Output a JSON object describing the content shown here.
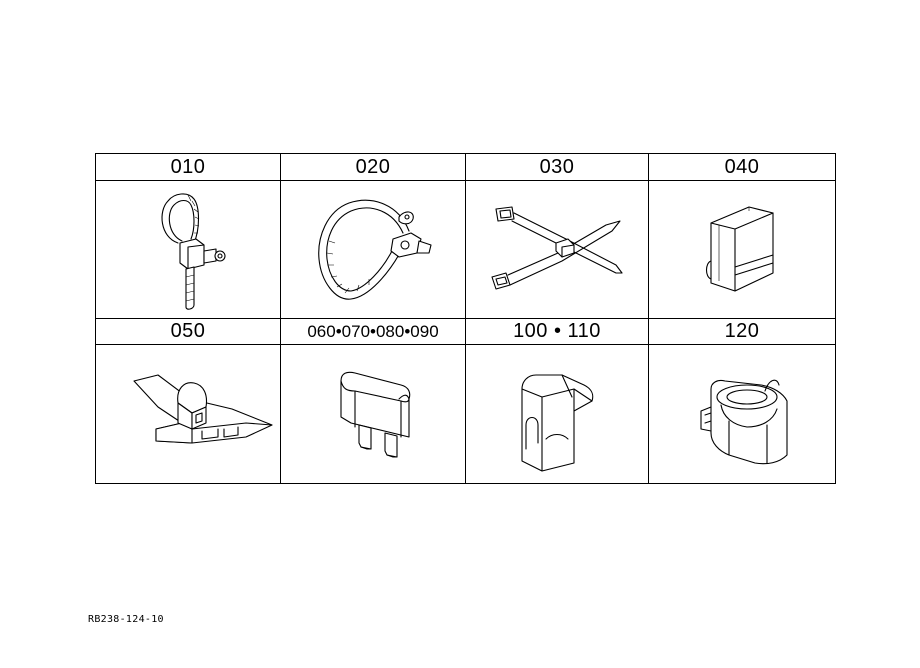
{
  "parts": [
    {
      "code": "010",
      "icon": "cable-tie-with-clip-icon"
    },
    {
      "code": "020",
      "icon": "hose-band-clamp-icon"
    },
    {
      "code": "030",
      "icon": "crossed-cable-ties-icon"
    },
    {
      "code": "040",
      "icon": "rectangular-clip-icon"
    },
    {
      "code": "050",
      "icon": "spring-nut-clip-icon"
    },
    {
      "code": "060•070•080•090",
      "icon": "blade-fuse-icon"
    },
    {
      "code": "100 • 110",
      "icon": "fuse-holder-block-icon"
    },
    {
      "code": "120",
      "icon": "round-holder-clip-icon"
    }
  ],
  "reference": "RB238-124-10"
}
